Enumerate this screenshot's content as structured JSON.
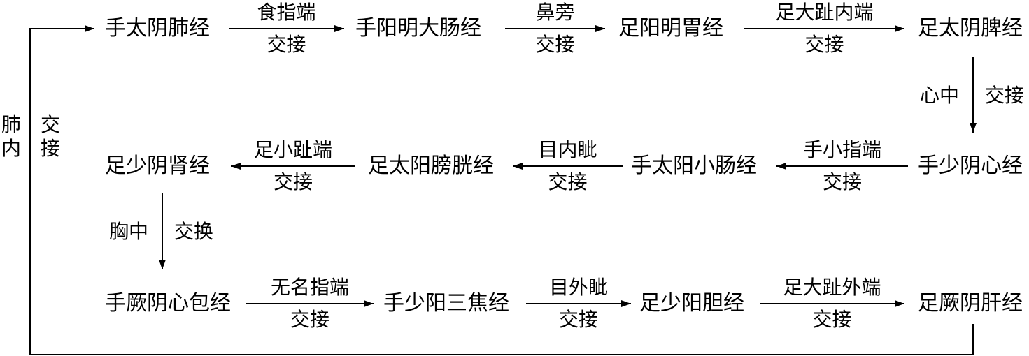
{
  "nodes": {
    "lung": "手太阴肺经",
    "large_intestine": "手阳明大肠经",
    "stomach": "足阳明胃经",
    "spleen": "足太阴脾经",
    "kidney": "足少阴肾经",
    "bladder": "足太阳膀胱经",
    "small_intestine": "手太阳小肠经",
    "heart": "手少阴心经",
    "pericardium": "手厥阴心包经",
    "sanjiao": "手少阳三焦经",
    "gallbladder": "足少阳胆经",
    "liver": "足厥阴肝经"
  },
  "edges": {
    "lung_li": {
      "top": "食指端",
      "bottom": "交接"
    },
    "li_stomach": {
      "top": "鼻旁",
      "bottom": "交接"
    },
    "stomach_spleen": {
      "top": "足大趾内端",
      "bottom": "交接"
    },
    "spleen_heart": {
      "left": "心中",
      "right": "交接"
    },
    "heart_si": {
      "top": "手小指端",
      "bottom": "交接"
    },
    "si_bladder": {
      "top": "目内眦",
      "bottom": "交接"
    },
    "bladder_kidney": {
      "top": "足小趾端",
      "bottom": "交接"
    },
    "kidney_pericardium": {
      "left": "胸中",
      "right": "交换"
    },
    "pericardium_sanjiao": {
      "top": "无名指端",
      "bottom": "交接"
    },
    "sanjiao_gallbladder": {
      "top": "目外眦",
      "bottom": "交接"
    },
    "gallbladder_liver": {
      "top": "足大趾外端",
      "bottom": "交接"
    },
    "liver_lung": {
      "left": "肺内",
      "right": "交接"
    }
  }
}
